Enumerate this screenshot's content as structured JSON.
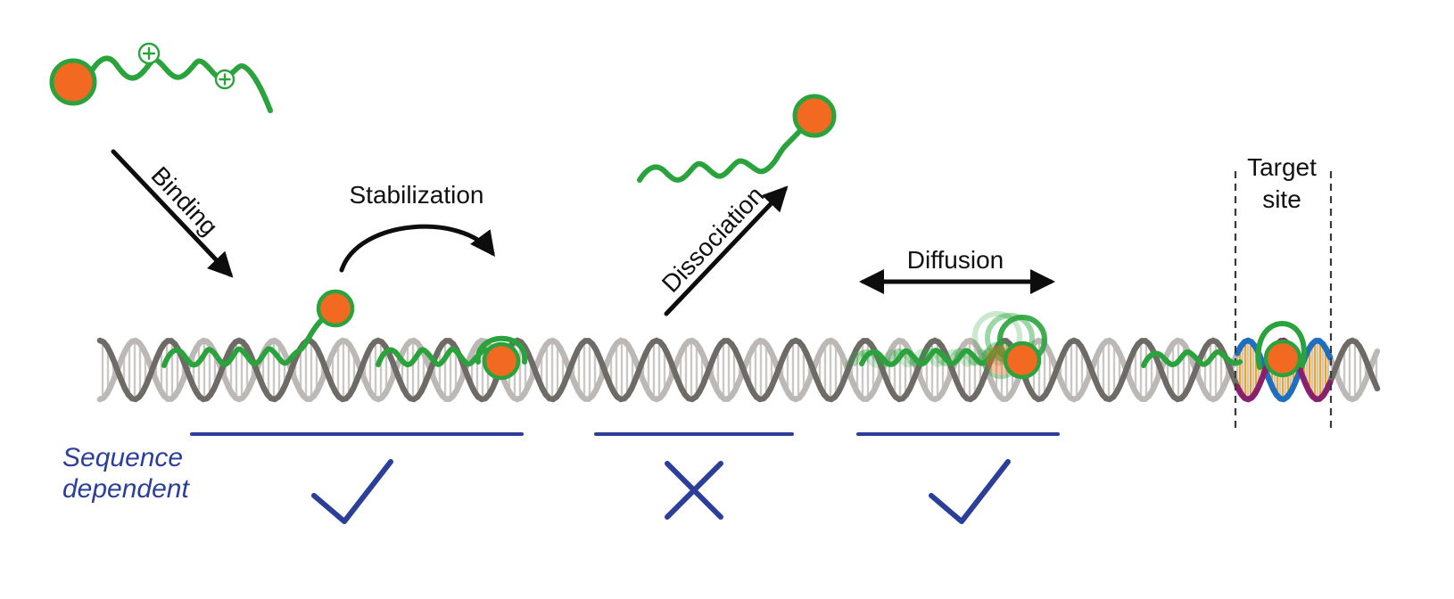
{
  "diagram": {
    "labels": {
      "binding": "Binding",
      "stabilization": "Stabilization",
      "dissociation": "Dissociation",
      "diffusion": "Diffusion",
      "target_site": {
        "line1": "Target",
        "line2": "site"
      },
      "sequence_dependent": {
        "line1": "Sequence",
        "line2": "dependent"
      }
    },
    "sequence_dependence": [
      {
        "section": "binding_stabilization",
        "mark": "check"
      },
      {
        "section": "dissociation",
        "mark": "cross"
      },
      {
        "section": "diffusion",
        "mark": "check"
      }
    ],
    "icons": {
      "charge": "plus-in-circle",
      "arrows": [
        "binding-arrow",
        "stabilization-arrow",
        "dissociation-arrow",
        "diffusion-double-arrow"
      ]
    }
  },
  "colors": {
    "green": "#2aa33c",
    "orange": "#f26a21",
    "dna_dark": "#6e6a66",
    "dna_light": "#bcb8b5",
    "rung": "#cac7c4",
    "blue": "#2b3f9a",
    "t_purple": "#8a1f6e",
    "t_blue": "#1f6fc0",
    "t_rung": "#f6a21e",
    "ink": "#0d0d0d"
  }
}
